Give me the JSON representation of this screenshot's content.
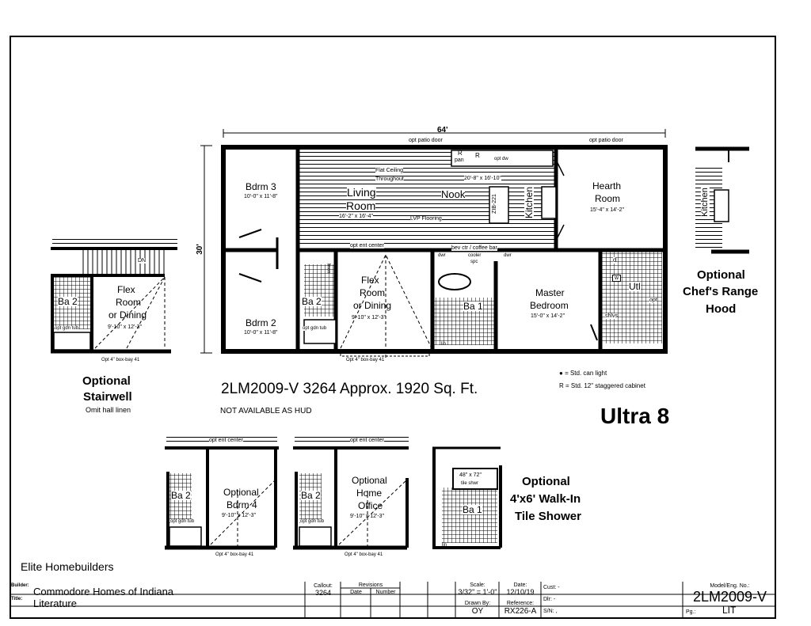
{
  "plan": {
    "overall_width": "64'",
    "overall_depth": "30'",
    "top_labels": [
      "opt patio door",
      "opt patio door"
    ],
    "rooms": {
      "bdrm3": {
        "name": "Bdrm 3",
        "size": "10'-0\" x 11'-8\""
      },
      "living": {
        "name_line1": "Living",
        "name_line2": "Room",
        "size": "16'-2\" x 16'-4\""
      },
      "flat_ceiling_1": "Flat Ceiling",
      "flat_ceiling_2": "Throughout",
      "nook": {
        "name": "Nook",
        "size": "20'-8\" x 16'-10\""
      },
      "lvp": "LVP Flooring",
      "island": "ZIB-221",
      "kitchen": "Kitchen",
      "hearth": {
        "name_line1": "Hearth",
        "name_line2": "Room",
        "size": "15'-4\" x 14'-2\""
      },
      "bdrm2": {
        "name": "Bdrm 2",
        "size": "10'-0\" x 11'-8\""
      },
      "ba2": "Ba 2",
      "linen": "linen",
      "flex": {
        "line1": "Flex",
        "line2": "Room",
        "line3": "or Dining",
        "size": "9'-10\" x 12'-3\""
      },
      "ba1": "Ba 1",
      "master": {
        "line1": "Master",
        "line2": "Bedroom",
        "size": "15'-0\" x 14'-2\""
      },
      "util": "Utl",
      "shlvs": "shlvs",
      "opt": "opt",
      "dryer": "d",
      "washer": "w",
      "lin": "lin",
      "r_pan_1": "R",
      "r_pan_2": "pan",
      "r": "R",
      "opt_dw": "opt dw",
      "dwr": "dwr",
      "cooler": "cooler",
      "spc": "spc",
      "ent_center": "opt ent center",
      "bev_ctr": "bev ctr / coffee bar",
      "opt_gdn_tub": "opt gdn tub",
      "box_bay": "Opt 4\" box-bay 41"
    }
  },
  "options": {
    "stairwell": {
      "title1": "Optional",
      "title2": "Stairwell",
      "note": "Omit hall linen",
      "dn": "DN"
    },
    "chefs_hood": {
      "line1": "Optional",
      "line2": "Chef's Range",
      "line3": "Hood"
    },
    "bdrm4": {
      "line1": "Optional",
      "line2": "Bdrm 4",
      "size": "9'-10\" x 12'-3\""
    },
    "home_office": {
      "line1": "Optional",
      "line2": "Home",
      "line3": "Office",
      "size": "9'-10\" x 12'-3\""
    },
    "walkin_shower": {
      "line1": "Optional",
      "line2": "4'x6' Walk-In",
      "line3": "Tile Shower",
      "shower_size": "48\" x 72\"",
      "shower_label": "tile shwr"
    }
  },
  "info": {
    "model_line": "2LM2009-V 3264  Approx. 1920 Sq. Ft.",
    "hud_note": "NOT AVAILABLE AS HUD",
    "legend_light": "= Std. can light",
    "legend_cabinet": "R = Std. 12\" staggered cabinet",
    "series": "Ultra 8",
    "dealer": "Elite Homebuilders"
  },
  "title_block": {
    "builder_label": "Builder:",
    "builder": "Commodore Homes of Indiana",
    "title_label": "Title:",
    "title": "Literature",
    "callout_label": "Callout:",
    "callout": "3264",
    "revisions_label": "Revisions",
    "rev_date": "Date",
    "rev_number": "Number",
    "scale_label": "Scale:",
    "scale": "3/32\" = 1'-0\"",
    "date_label": "Date:",
    "date": "12/10/19",
    "drawn_label": "Drawn By:",
    "drawn": "OY",
    "ref_label": "Reference:",
    "ref": "RX226-A",
    "cust_label": "Cust:",
    "cust": "-",
    "dlr_label": "Dlr:",
    "dlr": "-",
    "sn_label": "S/N:",
    "sn": ",",
    "model_label": "Model/Eng. No.:",
    "model": "2LM2009-V",
    "pg_label": "Pg.:",
    "pg": "LIT"
  }
}
